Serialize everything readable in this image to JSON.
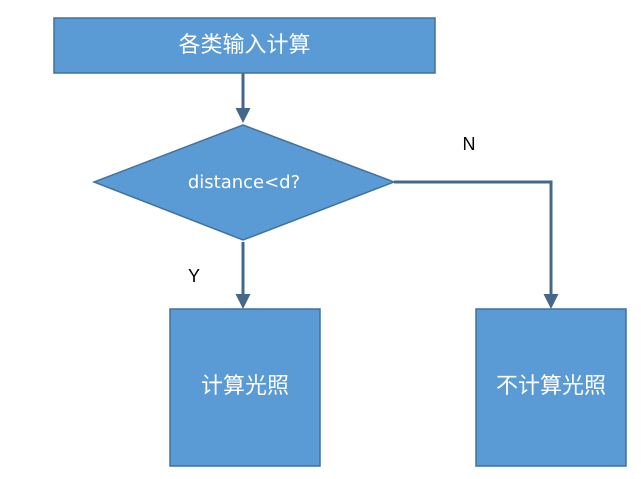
{
  "colors": {
    "node_fill": "#5b9bd5",
    "node_stroke": "#41719c",
    "edge": "#44678c",
    "node_text": "#ffffff",
    "edge_label_text": "#000000"
  },
  "nodes": {
    "start": {
      "label": "各类输入计算"
    },
    "decision": {
      "label": "distance<d?"
    },
    "yes_branch": {
      "label": "计算光照"
    },
    "no_branch": {
      "label": "不计算光照"
    }
  },
  "edges": {
    "yes_label": "Y",
    "no_label": "N"
  }
}
